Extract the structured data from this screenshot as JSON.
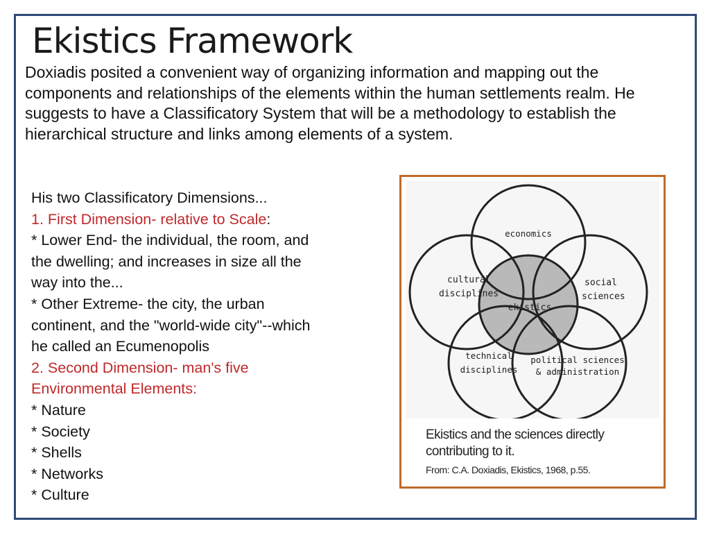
{
  "title": "Ekistics Framework",
  "intro": "Doxiadis posited a convenient way of organizing information and mapping out the components and relationships of the elements within the human settlements realm. He suggests to have a Classificatory System that will be a methodology to establish the hierarchical structure and links among elements of a system.",
  "dimensions": {
    "heading": "His two Classificatory Dimensions...",
    "first_label": "1. First Dimension- relative to Scale",
    "first_colon": ":",
    "first_lines": [
      "* Lower End- the individual, the room, and",
      "the dwelling; and increases in size all the",
      "way into the...",
      "* Other Extreme- the city, the urban",
      "continent, and the \"world-wide city\"--which",
      "he called an Ecumenopolis"
    ],
    "second_label_1": "2. Second Dimension- man's five",
    "second_label_2": "Environmental Elements:",
    "elements": [
      "* Nature",
      "* Society",
      "* Shells",
      "* Networks",
      "* Culture"
    ]
  },
  "figure": {
    "center_label": "ekistics",
    "circles": {
      "economics": "economics",
      "cultural_1": "cultural",
      "cultural_2": "disciplines",
      "social_1": "social",
      "social_2": "sciences",
      "technical_1": "technical",
      "technical_2": "disciplines",
      "political_1": "political sciences",
      "political_2": "& administration"
    },
    "caption": "Ekistics and the sciences directly contributing to it.",
    "source": "From: C.A. Doxiadis, Ekistics, 1968, p.55.",
    "colors": {
      "frame": "#c06a28",
      "center_fill": "#b9b9b9",
      "stroke": "#222222"
    }
  },
  "colors": {
    "slide_border": "#2e4a78",
    "highlight_text": "#c0282a"
  }
}
